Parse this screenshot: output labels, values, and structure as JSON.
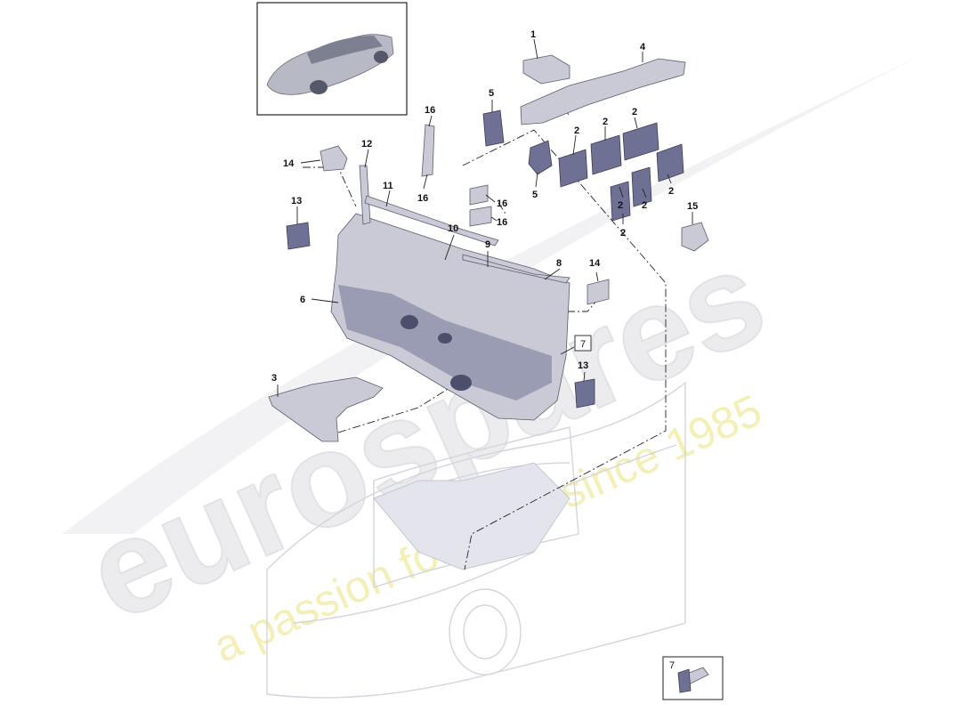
{
  "diagram": {
    "callouts": [
      {
        "id": "c1",
        "label": "1"
      },
      {
        "id": "c4",
        "label": "4"
      },
      {
        "id": "c5a",
        "label": "5"
      },
      {
        "id": "c16a",
        "label": "16"
      },
      {
        "id": "c2a",
        "label": "2"
      },
      {
        "id": "c2b",
        "label": "2"
      },
      {
        "id": "c2c",
        "label": "2"
      },
      {
        "id": "c12",
        "label": "12"
      },
      {
        "id": "c14a",
        "label": "14"
      },
      {
        "id": "c16b",
        "label": "16"
      },
      {
        "id": "c5b",
        "label": "5"
      },
      {
        "id": "c2d",
        "label": "2"
      },
      {
        "id": "c2e",
        "label": "2"
      },
      {
        "id": "c2f",
        "label": "2"
      },
      {
        "id": "c11",
        "label": "11"
      },
      {
        "id": "c16c",
        "label": "16"
      },
      {
        "id": "c13a",
        "label": "13"
      },
      {
        "id": "c16d",
        "label": "16"
      },
      {
        "id": "c15",
        "label": "15"
      },
      {
        "id": "c2g",
        "label": "2"
      },
      {
        "id": "c10",
        "label": "10"
      },
      {
        "id": "c9",
        "label": "9"
      },
      {
        "id": "c8",
        "label": "8"
      },
      {
        "id": "c14b",
        "label": "14"
      },
      {
        "id": "c6",
        "label": "6"
      },
      {
        "id": "c7box",
        "label": "7"
      },
      {
        "id": "c13b",
        "label": "13"
      },
      {
        "id": "c3",
        "label": "3"
      },
      {
        "id": "c7legend",
        "label": "7"
      }
    ]
  },
  "watermark": {
    "brand": "eurospares",
    "tagline": "a passion for parts since 1985"
  },
  "colors": {
    "part_fill": "#c9cad6",
    "part_dark": "#6e7193",
    "watermark_gray": "#e9e9ec",
    "watermark_yellow": "#f3efb6"
  }
}
